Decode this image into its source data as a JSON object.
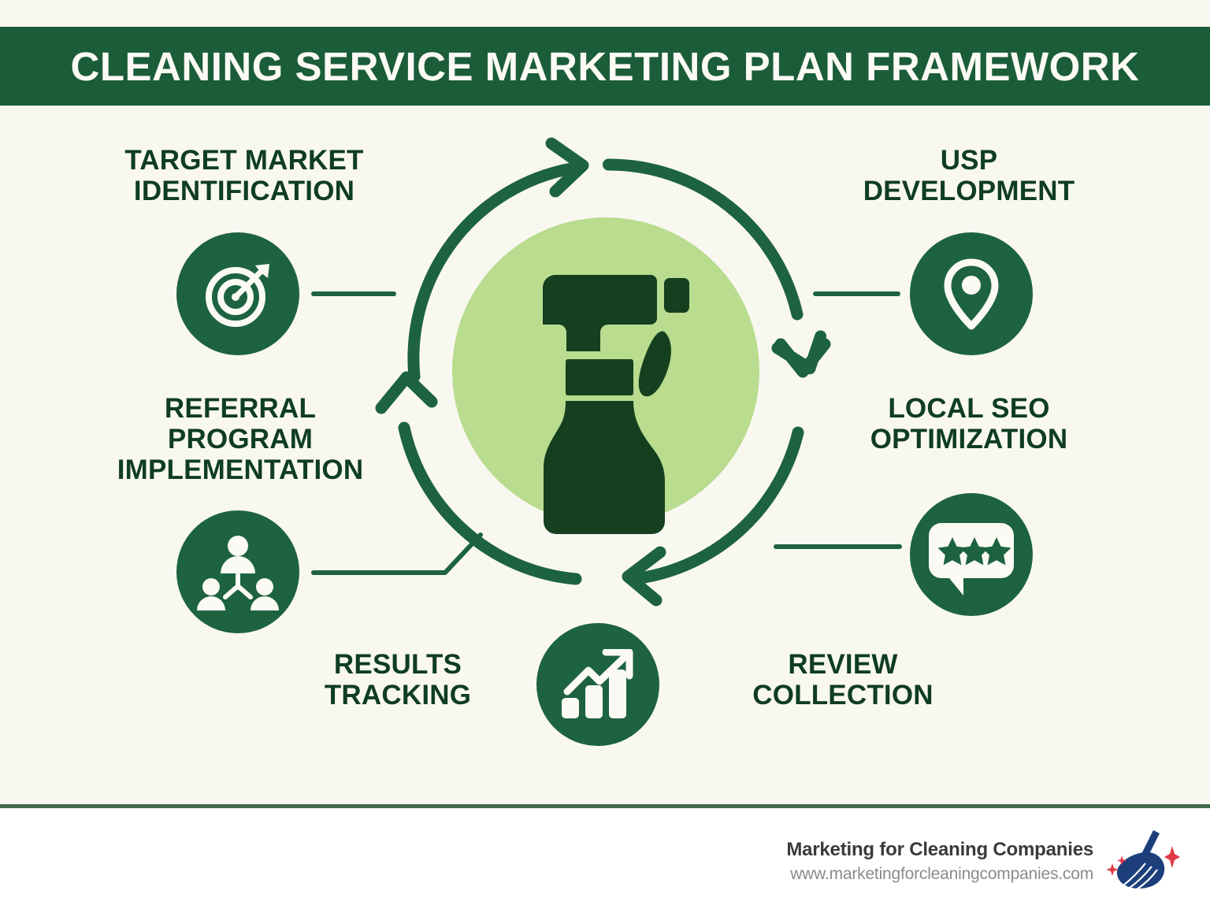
{
  "header": {
    "title": "CLEANING SERVICE MARKETING PLAN FRAMEWORK",
    "background_color": "#1b5c39",
    "text_color": "#fbfaf4"
  },
  "theme": {
    "page_background": "#f9f8f0",
    "footer_background": "#ffffff",
    "dark_green": "#1d6340",
    "deep_green": "#0f3d22",
    "light_green": "#b9dc8f",
    "divider_green": "#3e6b4c",
    "logo_navy": "#1c3f7c",
    "logo_red": "#e03a44"
  },
  "center": {
    "icon": "spray-bottle-icon",
    "circle_color": "#b9dc8f",
    "bottle_color": "#14401f"
  },
  "cycle": {
    "direction": "clockwise",
    "arrow_color": "#1d6340",
    "segments": 4
  },
  "nodes": [
    {
      "id": "target-market-identification",
      "label": "TARGET MARKET IDENTIFICATION",
      "label_lines": [
        "TARGET MARKET",
        "IDENTIFICATION"
      ],
      "icon": "target-bullseye-icon",
      "position": "top-left"
    },
    {
      "id": "usp-development",
      "label": "USP DEVELOPMENT",
      "label_lines": [
        "USP",
        "DEVELOPMENT"
      ],
      "icon": "map-pin-icon",
      "position": "top-right"
    },
    {
      "id": "local-seo-optimization",
      "label": "LOCAL SEO OPTIMIZATION",
      "label_lines": [
        "LOCAL SEO",
        "OPTIMIZATION"
      ],
      "icon": "review-stars-bubble-icon",
      "position": "middle-right"
    },
    {
      "id": "review-collection",
      "label": "REVIEW COLLECTION",
      "label_lines": [
        "REVIEW",
        "COLLECTION"
      ],
      "icon": "growth-chart-icon",
      "position": "bottom-right"
    },
    {
      "id": "results-tracking",
      "label": "RESULTS TRACKING",
      "label_lines": [
        "RESULTS",
        "TRACKING"
      ],
      "icon": "growth-chart-icon",
      "position": "bottom-left"
    },
    {
      "id": "referral-program-implementation",
      "label": "REFERRAL PROGRAM IMPLEMENTATION",
      "label_lines": [
        "REFERRAL",
        "PROGRAM",
        "IMPLEMENTATION"
      ],
      "icon": "referral-network-icon",
      "position": "middle-left"
    }
  ],
  "labels": {
    "target_l1": "TARGET MARKET",
    "target_l2": "IDENTIFICATION",
    "usp_l1": "USP",
    "usp_l2": "DEVELOPMENT",
    "referral_l1": "REFERRAL",
    "referral_l2": "PROGRAM",
    "referral_l3": "IMPLEMENTATION",
    "seo_l1": "LOCAL SEO",
    "seo_l2": "OPTIMIZATION",
    "results_l1": "RESULTS",
    "results_l2": "TRACKING",
    "review_l1": "REVIEW",
    "review_l2": "COLLECTION"
  },
  "footer": {
    "brand": "Marketing for Cleaning Companies",
    "url": "www.marketingforcleaningcompanies.com",
    "logo": "broom-sparkle-logo"
  }
}
